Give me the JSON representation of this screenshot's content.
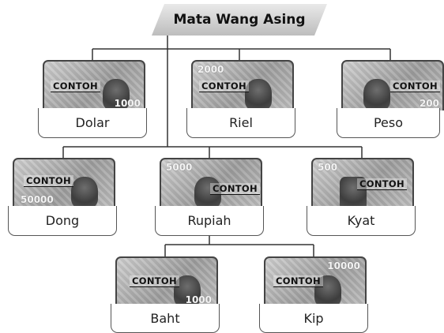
{
  "title": "Mata Wang Asing",
  "stamp": "CONTOH",
  "currencies": [
    {
      "name": "Dolar",
      "denomination": "1000"
    },
    {
      "name": "Riel",
      "denomination": "2000"
    },
    {
      "name": "Peso",
      "denomination": "200"
    },
    {
      "name": "Dong",
      "denomination": "50000"
    },
    {
      "name": "Rupiah",
      "denomination": "5000"
    },
    {
      "name": "Kyat",
      "denomination": "500"
    },
    {
      "name": "Baht",
      "denomination": "1000"
    },
    {
      "name": "Kip",
      "denomination": "10000"
    }
  ]
}
